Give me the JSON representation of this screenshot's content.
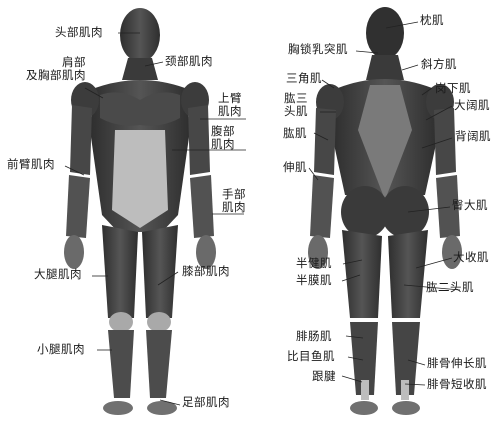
{
  "diagram": {
    "colors": {
      "muscle_dark": "#3d3d3d",
      "muscle_mid": "#6a6a6a",
      "tendon_light": "#c9c9c9",
      "leader_line": "#222222",
      "label_text": "#1a1a1a"
    },
    "front_view": {
      "labels": {
        "head": "头部肌肉",
        "neck": "颈部肌肉",
        "shoulder_chest": "肩部\n及胸部肌肉",
        "upper_arm": "上臂\n肌肉",
        "abdomen": "腹部\n肌肉",
        "forearm": "前臂肌肉",
        "hand": "手部\n肌肉",
        "thigh": "大腿肌肉",
        "knee": "膝部肌肉",
        "calf": "小腿肌肉",
        "foot": "足部肌肉"
      }
    },
    "back_view": {
      "labels": {
        "occipital": "枕肌",
        "scm": "胸锁乳突肌",
        "trapezius": "斜方肌",
        "deltoid": "三角肌",
        "triceps": "肱三\n头肌",
        "infraspinatus": "岗下肌",
        "teres_major": "大阔肌",
        "brachialis": "肱肌",
        "lat": "背阔肌",
        "extensor": "伸肌",
        "glute": "臀大肌",
        "semitendinosus": "半健肌",
        "semimembranosus": "半膜肌",
        "adductor": "大收肌",
        "biceps_femoris": "肱二头肌",
        "gastrocnemius": "腓肠肌",
        "soleus": "比目鱼肌",
        "achilles": "跟腱",
        "peroneus_longus": "腓骨伸长肌",
        "peroneus_brevis": "腓骨短收肌"
      }
    }
  }
}
